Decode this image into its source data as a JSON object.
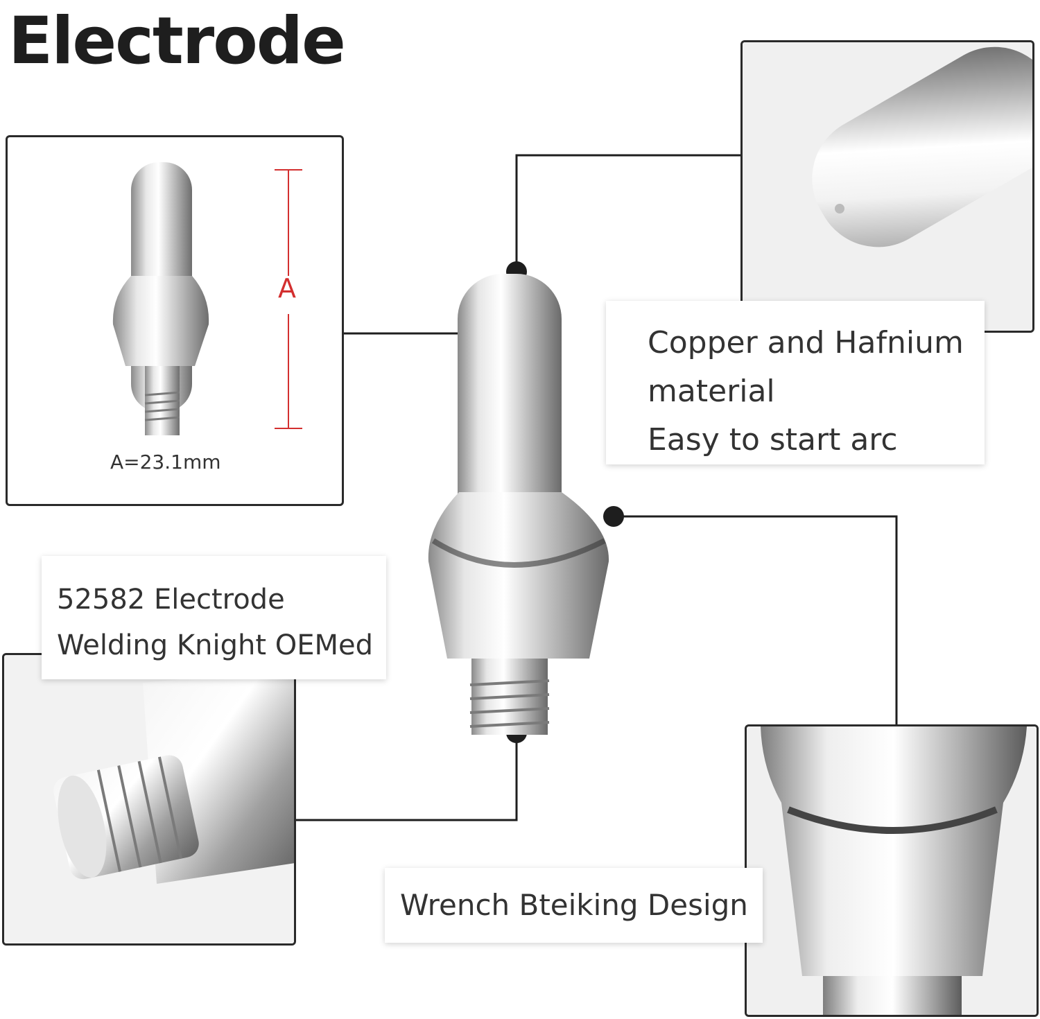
{
  "title": "Electrode",
  "dimension": {
    "letter": "A",
    "caption": "A=23.1mm"
  },
  "callouts": {
    "material": [
      "Copper and Hafnium",
      "material",
      "Easy to start arc"
    ],
    "model": [
      "52582 Electrode",
      "Welding Knight OEMed"
    ],
    "design": [
      "Wrench Bteiking Design"
    ]
  },
  "colors": {
    "accent_red": "#d32f2f",
    "line": "#1e1e1e"
  }
}
